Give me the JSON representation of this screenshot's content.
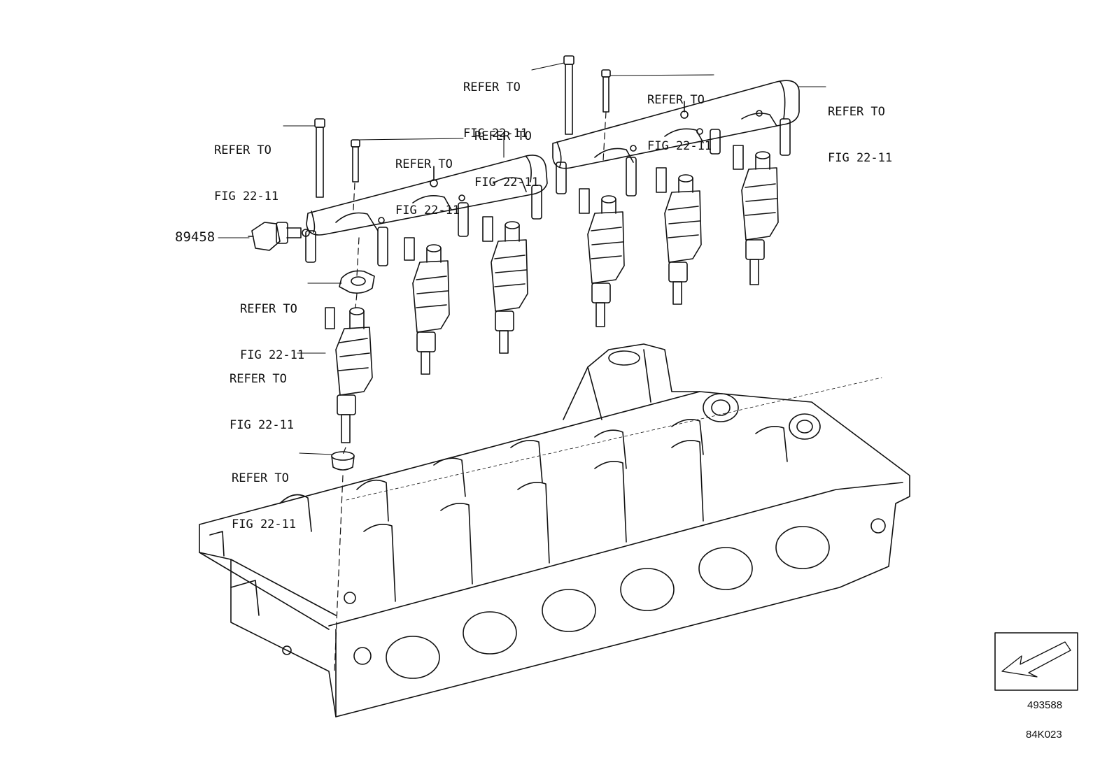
{
  "callouts": [
    {
      "line1": "REFER TO",
      "line2": "FIG 22-11"
    },
    {
      "line1": "REFER TO",
      "line2": "FIG 22-11"
    },
    {
      "line1": "REFER TO",
      "line2": "FIG 22-11"
    },
    {
      "line1": "REFER TO",
      "line2": "FIG 22-11"
    },
    {
      "line1": "REFER TO",
      "line2": "FIG 22-11"
    },
    {
      "line1": "REFER TO",
      "line2": "FIG 22-11"
    },
    {
      "line1": "REFER TO",
      "line2": "FIG 22-11"
    },
    {
      "line1": "REFER TO",
      "line2": "FIG 22-11"
    },
    {
      "line1": "REFER TO",
      "line2": "FIG 22-11"
    }
  ],
  "part_number": "89458",
  "illustration_number": "493588",
  "diagram_code": "84K023"
}
